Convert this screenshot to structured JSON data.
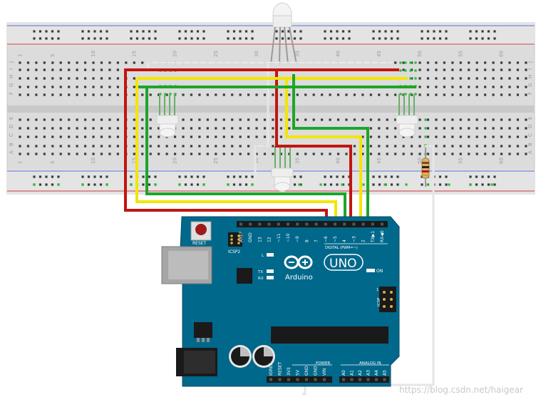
{
  "breadboard": {
    "column_numbers": [
      "1",
      "5",
      "10",
      "15",
      "20",
      "25",
      "30",
      "35",
      "40",
      "45",
      "50",
      "55",
      "60"
    ],
    "row_letters_top": [
      "J",
      "I",
      "H",
      "G",
      "F"
    ],
    "row_letters_bottom": [
      "E",
      "D",
      "C",
      "B",
      "A"
    ]
  },
  "arduino": {
    "model_label": "UNO",
    "brand_label": "Arduino",
    "reset_label": "RESET",
    "icsp2_label": "ICSP2",
    "icsp_label": "ICSP",
    "led_l_label": "L",
    "tx_label": "TX",
    "rx_label": "RX",
    "on_label": "ON",
    "icsp_pin1_label": "1",
    "digital_header_label": "DIGITAL (PWM=~)",
    "power_header_label": "POWER",
    "analog_header_label": "ANALOG IN",
    "digital_pins": [
      "AREF",
      "GND",
      "13",
      "12",
      "~11",
      "~10",
      "~9",
      "8",
      "7",
      "~6",
      "~5",
      "4",
      "~3",
      "2",
      "TX▶1",
      "RX◀0"
    ],
    "power_pins": [
      "IOREF",
      "RESET",
      "3V3",
      "5V",
      "GND",
      "GND",
      "VIN"
    ],
    "analog_pins": [
      "A0",
      "A1",
      "A2",
      "A3",
      "A4",
      "A5"
    ]
  },
  "wire_colors": {
    "red": "#c2150f",
    "yellow": "#f2e600",
    "green": "#1ea52a",
    "white": "#e6e6e6",
    "board": "#00688b"
  },
  "watermark": "https://blog.csdn.net/haigear"
}
